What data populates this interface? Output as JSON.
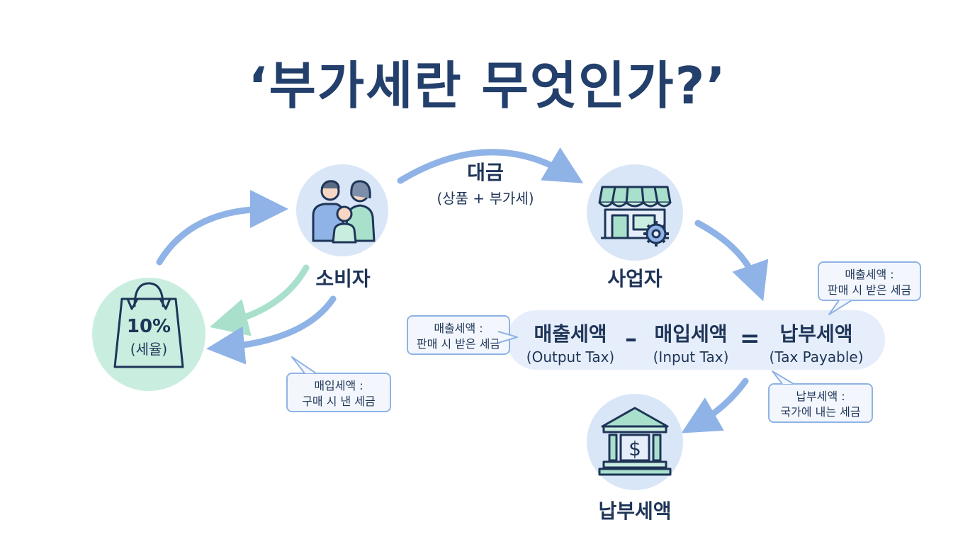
{
  "title": "‘부가세란 무엇인가?’",
  "nodes": {
    "consumer": "소비자",
    "business": "사업자",
    "payable": "납부세액"
  },
  "tax_rate": {
    "rate": "10%",
    "label": "(세율)"
  },
  "payment": {
    "main": "대금",
    "sub": "(상품 + 부가세)"
  },
  "formula": {
    "output": {
      "ko": "매출세액",
      "en": "(Output Tax)"
    },
    "minus": "–",
    "input": {
      "ko": "매입세액",
      "en": "(Input Tax)"
    },
    "equals": "=",
    "result": {
      "ko": "납부세액",
      "en": "(Tax Payable)"
    }
  },
  "bubbles": {
    "output_left": {
      "line1": "매출세액 :",
      "line2": "판매 시 받은 세금"
    },
    "output_right": {
      "line1": "매출세액 :",
      "line2": "판매 시 받은 세금"
    },
    "input": {
      "line1": "매입세액 :",
      "line2": "구매 시 낸 세금"
    },
    "payable": {
      "line1": "납부세액 :",
      "line2": "국가에 내는 세금"
    }
  },
  "icons": {
    "consumer": "family-icon",
    "business": "store-gear-icon",
    "bank": "bank-dollar-icon",
    "tax": "shopping-bag-icon"
  },
  "colors": {
    "title": "#233f6b",
    "arrow_blue": "#8fb3e6",
    "arrow_green": "#a8e0cc",
    "circle_blue": "#d9e6f7",
    "circle_green": "#c9eedf"
  }
}
